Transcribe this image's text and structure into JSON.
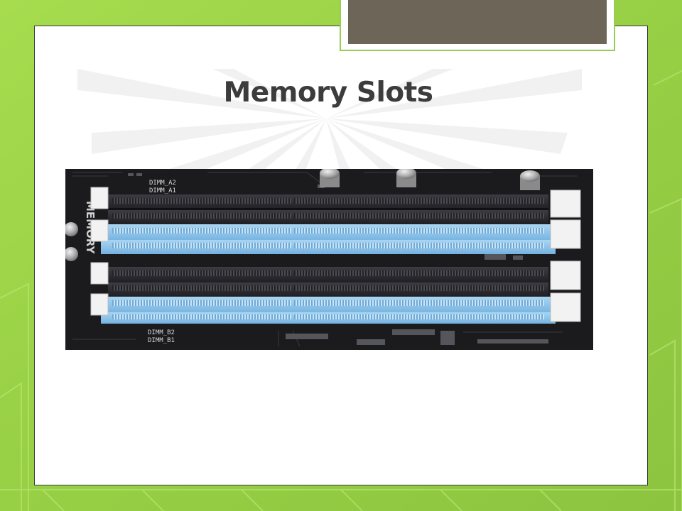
{
  "slide": {
    "title": "Memory Slots"
  },
  "photo": {
    "description_labels": {
      "silkscreen_a2": "DIMM_A2",
      "silkscreen_a1": "DIMM_A1",
      "silkscreen_b2": "DIMM_B2",
      "silkscreen_b1": "DIMM_B1",
      "side_text": "MEMORY"
    },
    "colors": {
      "background_green": "#9ed548",
      "tab_brown": "#6d6557",
      "pcb": "#1b1b1e",
      "slot_black": "#2a2a2e",
      "slot_blue": "#8ec4ea",
      "latch": "#f2f2f2"
    }
  }
}
